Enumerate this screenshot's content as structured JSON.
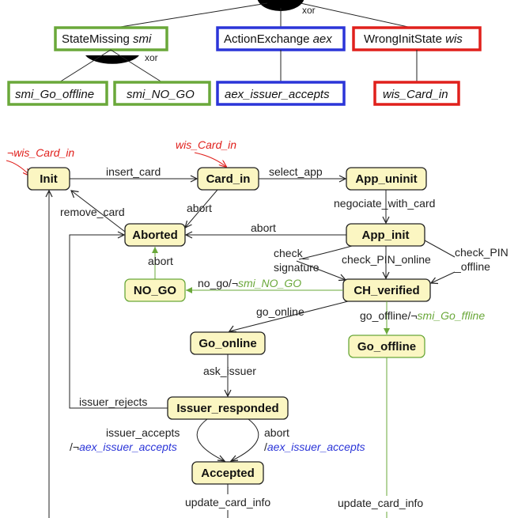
{
  "feature_tree": {
    "xor_top": "xor",
    "xor_mid": "xor",
    "features": [
      {
        "name": "StateMissing",
        "abbr": "smi",
        "color": "#6aa83a"
      },
      {
        "name": "ActionExchange",
        "abbr": "aex",
        "color": "#2b35d8"
      },
      {
        "name": "WrongInitState",
        "abbr": "wis",
        "color": "#e0201c"
      }
    ],
    "subfeatures": [
      {
        "label": "smi_Go_offline",
        "color": "#6aa83a"
      },
      {
        "label": "smi_NO_GO",
        "color": "#6aa83a"
      },
      {
        "label": "aex_issuer_accepts",
        "color": "#2b35d8"
      },
      {
        "label": "wis_Card_in",
        "color": "#e0201c"
      }
    ]
  },
  "state_machine": {
    "states": {
      "init": "Init",
      "card_in": "Card_in",
      "app_uninit": "App_uninit",
      "aborted": "Aborted",
      "app_init": "App_init",
      "no_go": "NO_GO",
      "ch_verified": "CH_verified",
      "go_online": "Go_online",
      "go_offline": "Go_offline",
      "issuer_responded": "Issuer_responded",
      "accepted": "Accepted"
    },
    "initial_markers": {
      "not_wis_prefix": "¬",
      "not_wis": "wis_Card_in",
      "wis": "wis_Card_in"
    },
    "transitions": {
      "insert_card": "insert_card",
      "select_app": "select_app",
      "remove_card": "remove_card",
      "abort_card_in": "abort",
      "negociate": "negociate_with_card",
      "abort_app_init": "abort",
      "check_signature": "check_\nsignature",
      "check_signature_1": "check_",
      "check_signature_2": "signature",
      "check_pin_online": "check_PIN_online",
      "check_pin_offline_1": "check_PIN",
      "check_pin_offline_2": "_offline",
      "abort_no_go": "abort",
      "no_go_prefix": "no_go/¬",
      "no_go_feat": "smi_NO_GO",
      "go_online": "go_online",
      "go_offline_prefix": "go_offline/¬",
      "go_offline_feat": "smi_Go_ffline",
      "ask_issuer": "ask_issuer",
      "issuer_rejects": "issuer_rejects",
      "issuer_accepts_1": "issuer_accepts",
      "issuer_accepts_prefix": "/¬",
      "issuer_accepts_feat": "aex_issuer_accepts",
      "abort_issuer_1": "abort",
      "abort_issuer_prefix": "/",
      "abort_issuer_feat": "aex_issuer_accepts",
      "update_card_info_left": "update_card_info",
      "update_card_info_right": "update_card_info"
    }
  },
  "colors": {
    "state_fill": "#fbf6c2",
    "state_stroke": "#222222",
    "green": "#6aa83a",
    "blue": "#2b35d8",
    "red": "#e0201c"
  }
}
